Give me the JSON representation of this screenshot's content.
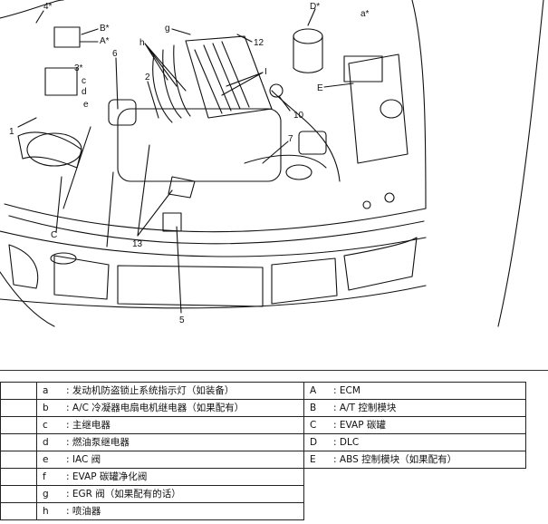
{
  "diagram_labels": {
    "l4": "4*",
    "lB": "B*",
    "lA": "A*",
    "lg": "g",
    "lDstar": "D*",
    "la": "a*",
    "lh": "h",
    "l12": "12",
    "l3": "3*",
    "l6": "6",
    "lc": "c",
    "ld": "d",
    "le": "e",
    "l2": "2",
    "lI": "I",
    "lE": "E",
    "l10": "10",
    "l1": "1",
    "l7": "7",
    "lC": "C",
    "l13": "13",
    "l5": "5"
  },
  "legend": {
    "left_rows": [
      {
        "key": "a",
        "text": "发动机防盗锁止系统指示灯（如装备）"
      },
      {
        "key": "b",
        "text": "A/C 冷凝器电扇电机继电器（如果配有）"
      },
      {
        "key": "c",
        "text": "主继电器"
      },
      {
        "key": "d",
        "text": "燃油泵继电器"
      },
      {
        "key": "e",
        "text": "IAC 阀"
      },
      {
        "key": "f",
        "text": "EVAP 碳罐净化阀"
      },
      {
        "key": "g",
        "text": "EGR 阀（如果配有的话）"
      },
      {
        "key": "h",
        "text": "喷油器"
      }
    ],
    "right_rows": [
      {
        "key": "A",
        "text": "ECM"
      },
      {
        "key": "B",
        "text": "A/T 控制模块"
      },
      {
        "key": "C",
        "text": "EVAP 碳罐"
      },
      {
        "key": "D",
        "text": "DLC"
      },
      {
        "key": "E",
        "text": "ABS 控制模块（如果配有）"
      }
    ]
  }
}
